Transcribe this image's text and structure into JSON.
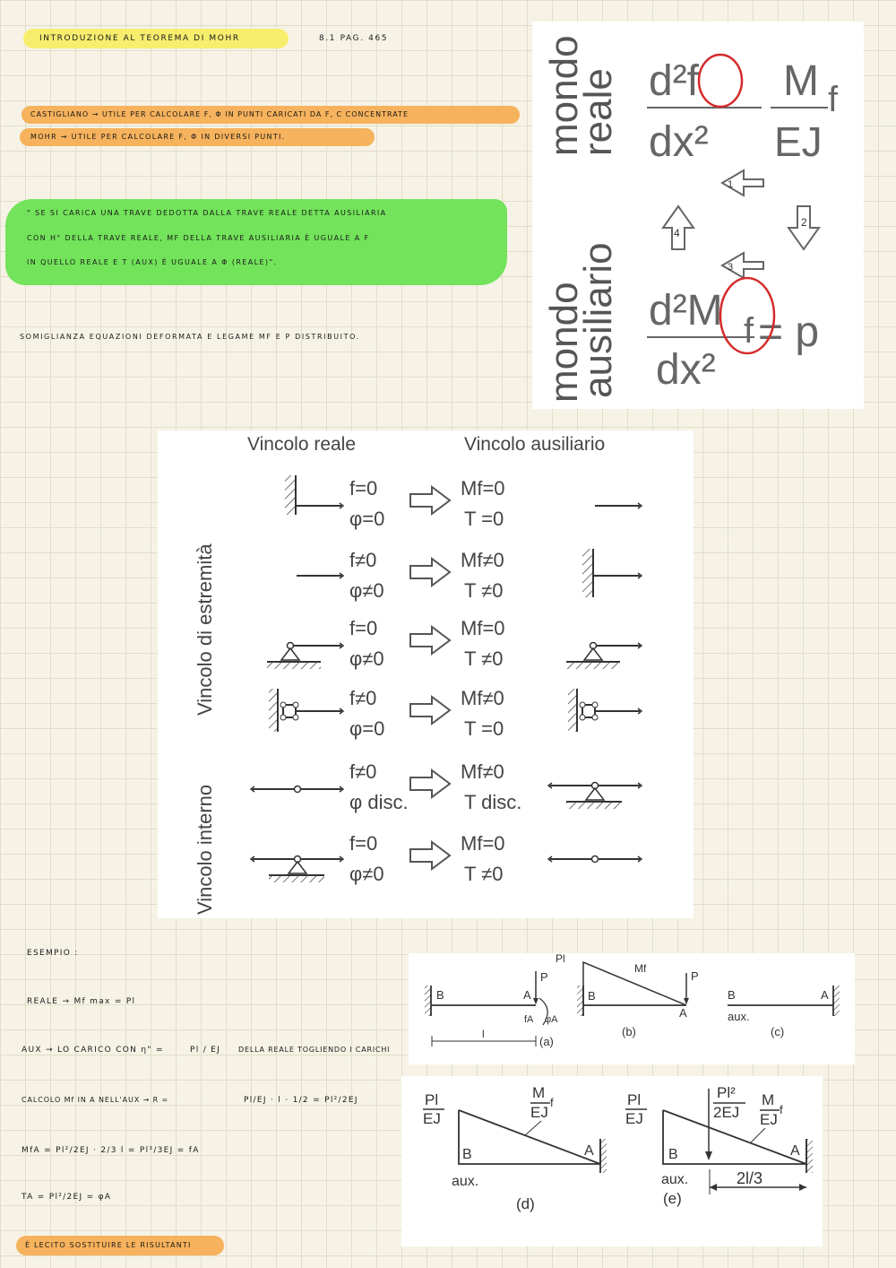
{
  "header": {
    "title": "INTRODUZIONE AL TEOREMA DI MOHR",
    "ref": "8.1 pag. 465"
  },
  "notes": {
    "castigliano": "CASTIGLIANO → UTILE PER CALCOLARE f, φ IN PUNTI CARICATI DA F, C CONCENTRATE",
    "mohr": "MOHR → UTILE PER CALCOLARE f, φ IN DIVERSI PUNTI.",
    "quote_line1": "\" SE SI CARICA UNA TRAVE DEDOTTA DALLA TRAVE REALE DETTA AUSILIARIA",
    "quote_line2": "CON η\" DELLA TRAVE REALE, Mf DELLA TRAVE AUSILIARIA È UGUALE A f",
    "quote_line3": "IN QUELLO REALE E T (AUX) È UGUALE A φ (REALE)\".",
    "similar": "SOMIGLIANZA EQUAZIONI DEFORMATA E LEGAME Mf E p DISTRIBUITO."
  },
  "worlds": {
    "real_label_1": "mondo",
    "real_label_2": "reale",
    "aux_label_1": "mondo",
    "aux_label_2": "ausiliario",
    "real_num": "d²f",
    "real_den": "dx²",
    "real_rhs_num": "M",
    "real_rhs_sub": "f",
    "real_rhs_den": "EJ",
    "aux_num": "d²M",
    "aux_num_sub": "f",
    "aux_den": "dx²",
    "aux_rhs": "= p",
    "arrow_labels": [
      "1",
      "2",
      "3",
      "4"
    ]
  },
  "table": {
    "header_real": "Vincolo reale",
    "header_aux": "Vincolo ausiliario",
    "group_ends": "Vincolo di estremità",
    "group_internal": "Vincolo interno",
    "rows": [
      {
        "r1": "f=0",
        "r2": "φ=0",
        "a1": "Mf=0",
        "a2": "T =0"
      },
      {
        "r1": "f≠0",
        "r2": "φ≠0",
        "a1": "Mf≠0",
        "a2": "T ≠0"
      },
      {
        "r1": "f=0",
        "r2": "φ≠0",
        "a1": "Mf=0",
        "a2": "T ≠0"
      },
      {
        "r1": "f≠0",
        "r2": "φ=0",
        "a1": "Mf≠0",
        "a2": "T =0"
      },
      {
        "r1": "f≠0",
        "r2": "φ disc.",
        "a1": "Mf≠0",
        "a2": "T disc."
      },
      {
        "r1": "f=0",
        "r2": "φ≠0",
        "a1": "Mf=0",
        "a2": "T ≠0"
      }
    ]
  },
  "example": {
    "title": "ESEMPIO :",
    "l1": "REALE → Mf max = Pl",
    "l2_pre": "AUX → LO CARICO CON η\" =",
    "l2_frac": "Pl / EJ",
    "l2_post": "DELLA REALE TOGLIENDO I CARICHI",
    "l3_pre": "CALCOLO Mf IN A NELL'AUX → R =",
    "l3_eq": "Pl/EJ · l · 1/2 = Pl²/2EJ",
    "l4": "MfA = Pl²/2EJ · 2/3 l = Pl³/3EJ = fA",
    "l5": "TA = Pl²/2EJ = φA",
    "l6": "È LECITO SOSTITUIRE LE RISULTANTI"
  },
  "fig1": {
    "B": "B",
    "A": "A",
    "P": "P",
    "fA": "fA",
    "phiA": "φA",
    "l": "l",
    "a": "(a)",
    "Pl": "Pl",
    "Mf": "Mf",
    "b": "(b)",
    "aux": "aux.",
    "c": "(c)"
  },
  "fig2": {
    "Pl_EJ_num": "Pl",
    "Pl_EJ_den": "EJ",
    "Mf_num": "M",
    "Mf_den": "EJ",
    "Mf_sub": "f",
    "B": "B",
    "A": "A",
    "aux": "aux.",
    "d": "(d)",
    "Pl2_num": "Pl²",
    "Pl2_den": "2EJ",
    "two_l_3": "2l/3",
    "e": "(e)"
  },
  "colors": {
    "yellow": "#f7ee6e",
    "orange": "#f6b25c",
    "green": "#72e35a",
    "red": "#d42a2a"
  }
}
